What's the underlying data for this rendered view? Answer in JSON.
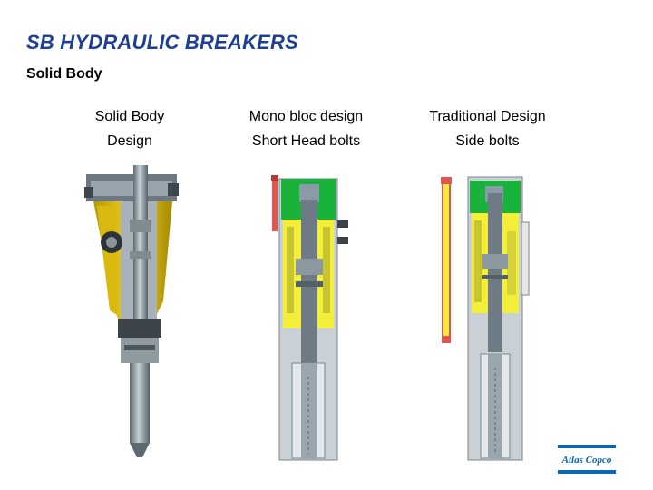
{
  "slide": {
    "title": "SB HYDRAULIC BREAKERS",
    "subtitle": "Solid Body"
  },
  "columns": [
    {
      "line1": "Solid Body",
      "line2": "Design",
      "image_icon": "solid-body-breaker-illustration"
    },
    {
      "line1": "Mono bloc design",
      "line2": "Short Head bolts",
      "image_icon": "mono-bloc-cross-section"
    },
    {
      "line1": "Traditional Design",
      "line2": "Side bolts",
      "image_icon": "traditional-design-cross-section"
    }
  ],
  "logo": {
    "text": "Atlas Copco",
    "color": "#0d66b3"
  },
  "colors": {
    "title": "#1f3f95",
    "green_body": "#19b23b",
    "yellow_body": "#f2ee3a",
    "steel": "#8a9aa6",
    "bolt_red": "#e05550"
  }
}
